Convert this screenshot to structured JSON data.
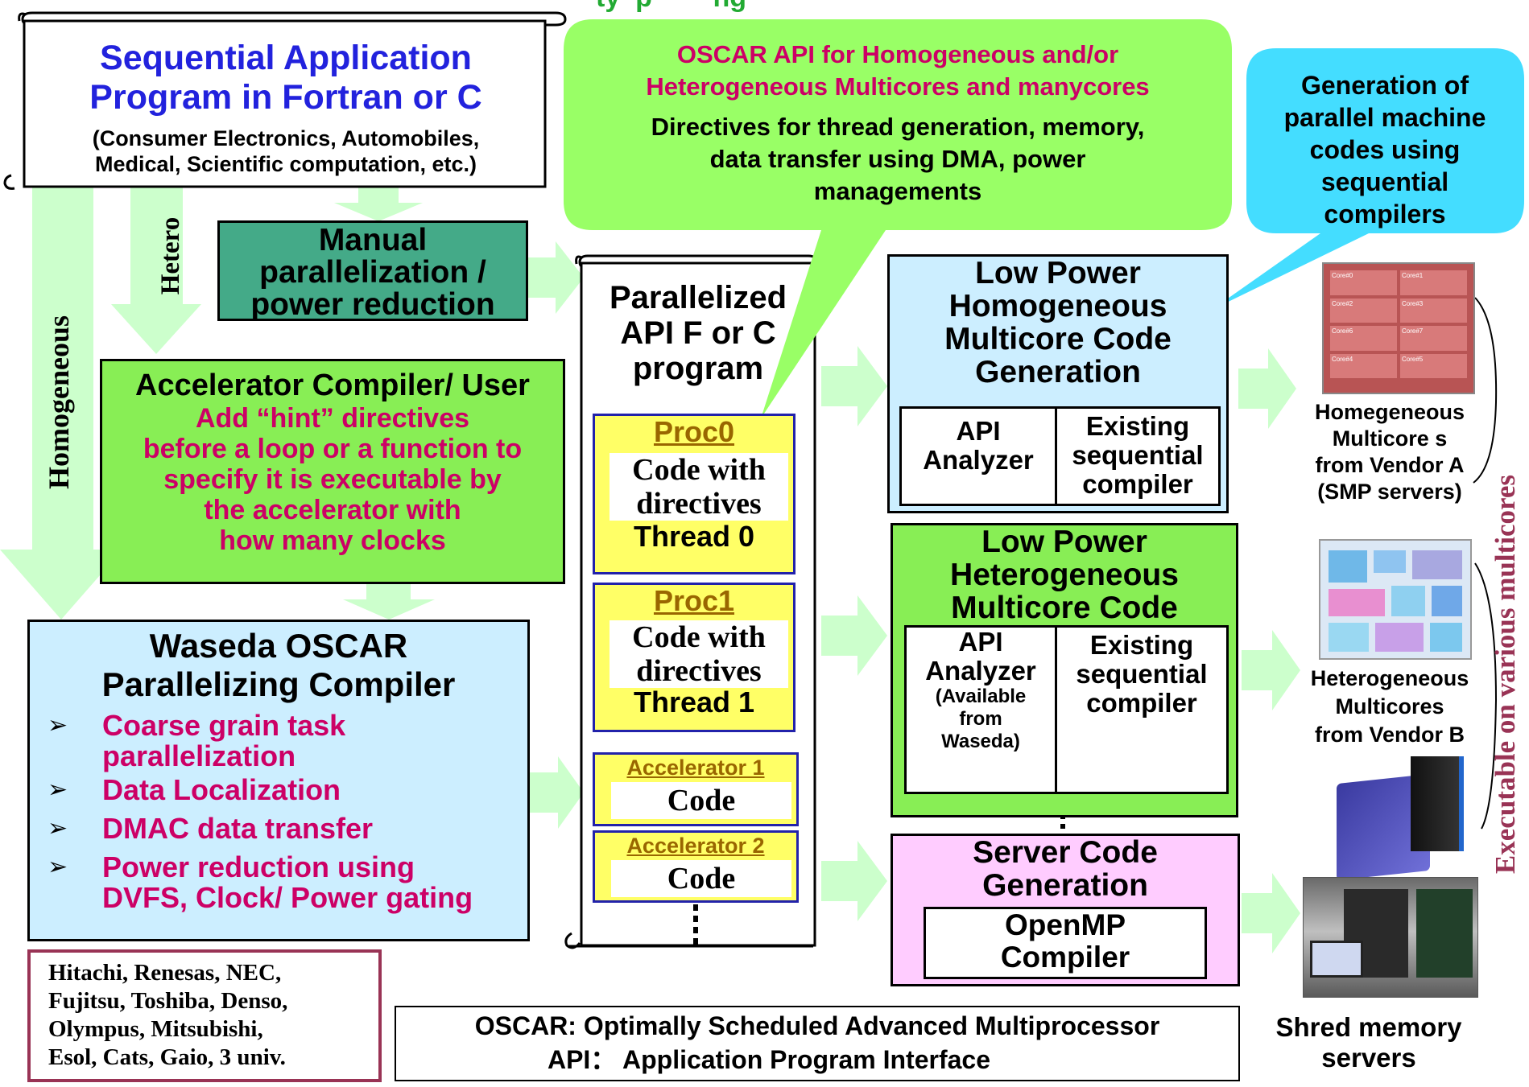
{
  "header_partial": "ty  p        ng",
  "sequential": {
    "title": "Sequential Application\nProgram in Fortran  or C",
    "subtitle": "(Consumer Electronics, Automobiles,\nMedical, Scientific computation, etc.)"
  },
  "api_callout": {
    "title": "OSCAR API for Homogeneous and/or\nHeterogeneous Multicores and manycores",
    "body": "Directives for thread generation, memory,\ndata transfer using DMA, power\nmanagements"
  },
  "gen_callout": "Generation of\nparallel  machine\ncodes using\nsequential\ncompilers",
  "labels": {
    "homogeneous": "Homogeneous",
    "hetero": "Hetero",
    "executable": "Executable on various multicores"
  },
  "manual": "Manual\nparallelization /\npower reduction",
  "accelerator": {
    "title": "Accelerator Compiler/ User",
    "body": "Add “hint” directives\nbefore a loop or a function to\nspecify it is executable by\nthe accelerator with\nhow many clocks"
  },
  "waseda": {
    "title": "Waseda OSCAR\nParallelizing Compiler",
    "items": [
      "Coarse grain task\nparallelization",
      "Data Localization",
      "DMAC data transfer",
      "Power reduction  using\nDVFS, Clock/ Power gating"
    ],
    "bullet": "➢"
  },
  "companies": "Hitachi, Renesas, NEC,\nFujitsu, Toshiba, Denso,\nOlympus, Mitsubishi,\nEsol, Cats, Gaio, 3 univ.",
  "parallelized": {
    "title": "Parallelized\nAPI F or C\nprogram",
    "proc0": {
      "label": "Proc0",
      "code": "Code  with\ndirectives",
      "thread": "Thread 0"
    },
    "proc1": {
      "label": "Proc1",
      "code": "Code  with\ndirectives",
      "thread": "Thread 1"
    },
    "acc1": {
      "label": "Accelerator 1",
      "code": "Code"
    },
    "acc2": {
      "label": "Accelerator 2",
      "code": "Code"
    }
  },
  "homo_gen": {
    "title": "Low Power\nHomogeneous\nMulticore Code\nGeneration",
    "analyzer": "API\nAnalyzer",
    "compiler": "Existing\nsequential\ncompiler"
  },
  "hetero_gen": {
    "title": "Low Power\nHeterogeneous\nMulticore Code\nGeneration",
    "analyzer": "API\nAnalyzer",
    "analyzer_note": "(Available\nfrom\nWaseda)",
    "compiler": "Existing\nsequential\ncompiler"
  },
  "server_gen": {
    "title": "Server Code\nGeneration",
    "compiler": "OpenMP\nCompiler"
  },
  "targets": {
    "homo": "Homegeneous\nMulticore s\nfrom Vendor A\n(SMP servers)",
    "hetero": "Heterogeneous\nMulticores\nfrom Vendor B",
    "server": "Shred memory\nservers"
  },
  "chip_homo_cores": [
    "Core#0",
    "Core#1",
    "Core#2",
    "Core#3",
    "Core#6",
    "Core#7",
    "Core#4",
    "Core#5"
  ],
  "definition": {
    "oscar": "OSCAR: Optimally Scheduled Advanced Multiprocessor",
    "api": "API： Application Program Interface"
  },
  "colors": {
    "magenta": "#cc0066",
    "blue": "#2222dd",
    "light_green": "#99ff66",
    "green_box": "#88ee55",
    "teal": "#44aa88",
    "light_blue": "#cceeff",
    "yellow": "#ffff66",
    "pink": "#ffccff",
    "cyan": "#44ddff",
    "arrow_green": "#ccffcc",
    "maroon": "#993355"
  }
}
